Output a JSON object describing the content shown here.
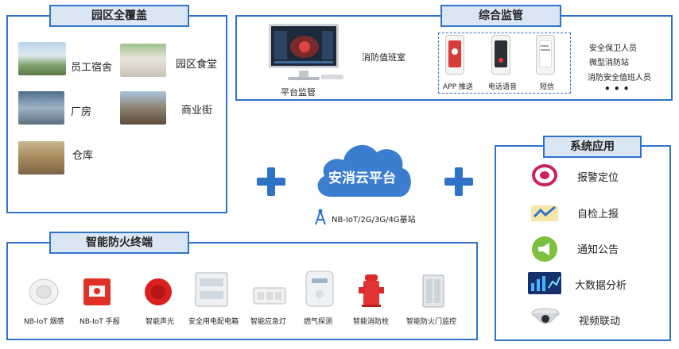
{
  "park": {
    "title": "园区全覆盖",
    "items": [
      "员工宿舍",
      "园区食堂",
      "厂房",
      "商业街",
      "仓库"
    ]
  },
  "monitor": {
    "title": "综合监管",
    "platform_label": "平台监管",
    "duty_room": "消防值班室",
    "alerts": [
      "APP 推送",
      "电话语音",
      "短信"
    ],
    "people": [
      "安全保卫人员",
      "微型消防站",
      "消防安全值班人员"
    ],
    "ellipsis": "• • •"
  },
  "cloud": {
    "title": "安消云平台",
    "network": "NB-IoT/2G/3G/4G基站"
  },
  "apps": {
    "title": "系统应用",
    "items": [
      "报警定位",
      "自检上报",
      "通知公告",
      "大数据分析",
      "视频联动"
    ]
  },
  "terminals": {
    "title": "智能防火终端",
    "items": [
      "NB-IoT 烟感",
      "NB-IoT 手报",
      "智能声光",
      "安全用电配电箱",
      "智能应急灯",
      "燃气探测",
      "智能消防栓",
      "智能防火门监控"
    ]
  },
  "colors": {
    "accent": "#2f73c8",
    "title_bg": "#dbe6f5",
    "cloud": "#3b7ed0"
  }
}
